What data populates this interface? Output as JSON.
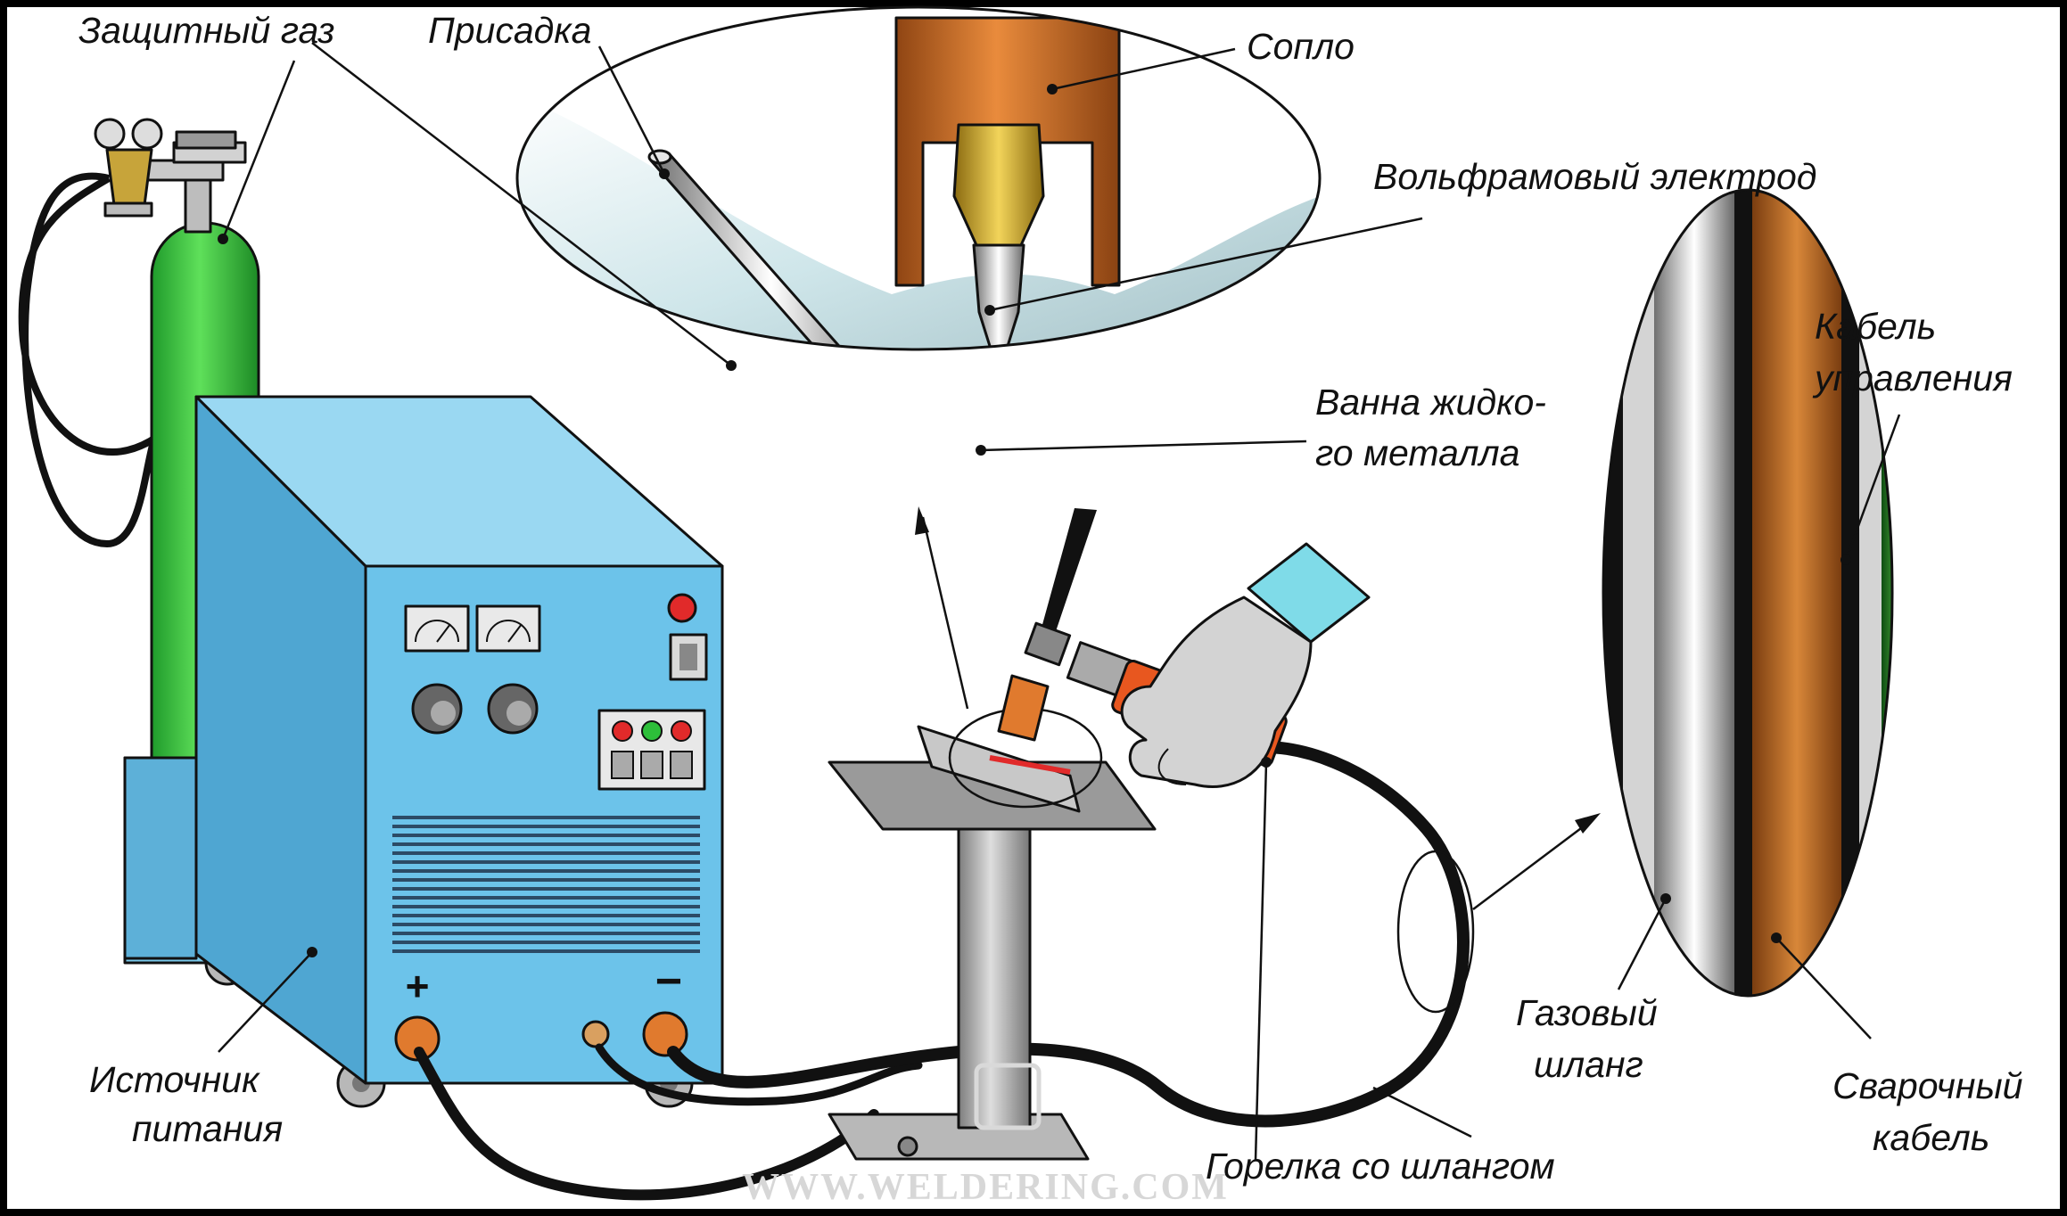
{
  "labels": {
    "shield_gas": "Защитный газ",
    "filler": "Присадка",
    "nozzle": "Сопло",
    "tungsten_electrode": "Вольфрамовый электрод",
    "weld_pool_1": "Ванна жидко-",
    "weld_pool_2": "го металла",
    "control_cable_1": "Кабель",
    "control_cable_2": "управления",
    "power_source_1": "Источник",
    "power_source_2": "питания",
    "gas_hose_1": "Газовый",
    "gas_hose_2": "шланг",
    "welding_cable_1": "Сварочный",
    "welding_cable_2": "кабель",
    "torch_with_hose": "Горелка со шлангом",
    "plus_terminal": "+",
    "minus_terminal": "−"
  },
  "watermark": "WWW.WELDERING.COM",
  "colors": {
    "gas_cylinder": "#3fc23a",
    "power_source_body": "#6ec6ec",
    "nozzle": "#c96a2b",
    "weld_pool": "#e8302a",
    "control_cable": "#2f8f2a",
    "welding_cable": "#c0671f",
    "torch_handle": "#e8571f"
  }
}
